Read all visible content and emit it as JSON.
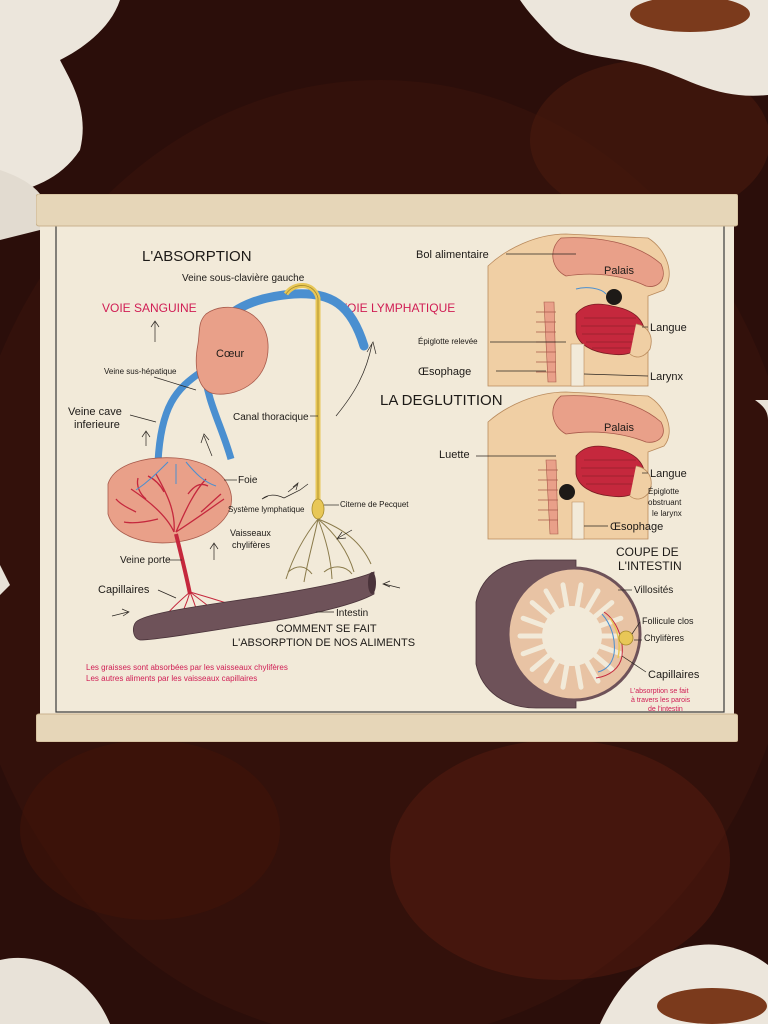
{
  "poster": {
    "absorption_title": "L'ABSORPTION",
    "veine_sous_claviere": "Veine sous-clavière gauche",
    "voie_sanguine": "VOIE SANGUINE",
    "voie_lymphatique": "VOIE LYMPHATIQUE",
    "coeur": "Cœur",
    "veine_sus_hepatique": "Veine sus-hépatique",
    "veine_cave_1": "Veine cave",
    "veine_cave_2": "inferieure",
    "canal_thoracique": "Canal thoracique",
    "foie": "Foie",
    "citerne_pecquet": "Citerne de Pecquet",
    "systeme_lymphatique": "Système lymphatique",
    "vaisseaux_1": "Vaisseaux",
    "vaisseaux_2": "chylifères",
    "veine_porte": "Veine porte",
    "capillaires": "Capillaires",
    "intestin": "Intestin",
    "comment_1": "COMMENT SE FAIT",
    "comment_2": "L'ABSORPTION DE NOS ALIMENTS",
    "note_1": "Les graisses sont absorbées par les vaisseaux chylifères",
    "note_2": "Les autres aliments par les vaisseaux capillaires",
    "bol_alimentaire": "Bol alimentaire",
    "palais_top": "Palais",
    "langue_top": "Langue",
    "epiglotte_relevee": "Épiglotte relevée",
    "oesophage_top": "Œsophage",
    "larynx": "Larynx",
    "deglutition_title": "LA DEGLUTITION",
    "palais_bottom": "Palais",
    "luette": "Luette",
    "langue_bottom": "Langue",
    "epiglotte_1": "Épiglotte",
    "epiglotte_2": "obstruant",
    "epiglotte_3": "le larynx",
    "oesophage_bottom": "Œsophage",
    "coupe_1": "COUPE DE",
    "coupe_2": "L'INTESTIN",
    "villosites": "Villosités",
    "follicule_clos": "Follicule clos",
    "chyliferes": "Chylifères",
    "capillaires_intestin": "Capillaires",
    "absorption_note_1": "L'absorption se fait",
    "absorption_note_2": "à travers les parois",
    "absorption_note_3": "de l'intestin"
  },
  "colors": {
    "paper": "#f2ead9",
    "blue_vein": "#4a8fd0",
    "red_artery": "#c5283d",
    "lymph_yellow": "#e8c757",
    "organ_pink": "#e9a089",
    "intestine": "#6e5259",
    "caption_red": "#d01d54"
  }
}
